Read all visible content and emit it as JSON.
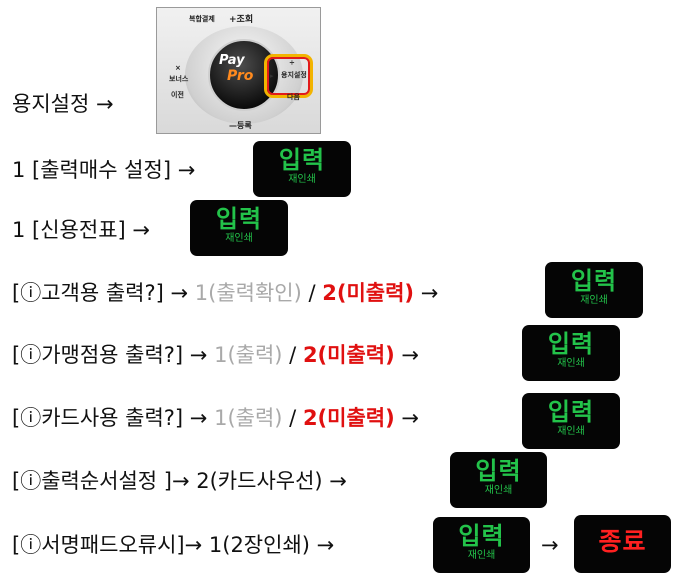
{
  "colors": {
    "key_bg": "#050505",
    "key_text": "#23c34a",
    "end_text": "#ff2020",
    "highlight_red": "#e01010",
    "muted": "#a9a9a9"
  },
  "arrow": "→",
  "device_image": {
    "label_top": "+조회",
    "label_top_left": "복합결제",
    "label_bottom": "—등록",
    "label_left_top": "×",
    "label_left": "보너스",
    "label_left_sub": "이전",
    "label_right_top": "÷",
    "label_right": "용지설정",
    "label_right_sub": "다음",
    "brand_pay": "Pay",
    "brand_pro": "Pro"
  },
  "key": {
    "label": "입력",
    "sub": "재인쇄"
  },
  "end_key": {
    "label": "종료"
  },
  "rows": [
    {
      "text": "용지설정 →"
    },
    {
      "text": "1 [출력매수 설정] →"
    },
    {
      "text": "1 [신용전표] →"
    },
    {
      "prefix": "[ⓘ고객용 출력?] →",
      "option1": "1(출력확인)",
      "sep": "/",
      "option2": "2(미출력)",
      "suffix": "→"
    },
    {
      "prefix": "[ⓘ가맹점용 출력?] →",
      "option1": "1(출력)",
      "sep": "/",
      "option2": "2(미출력)",
      "suffix": "→"
    },
    {
      "prefix": "[ⓘ카드사용 출력?] →",
      "option1": "1(출력)",
      "sep": "/",
      "option2": "2(미출력)",
      "suffix": "→"
    },
    {
      "text": "[ⓘ출력순서설정 ]→ 2(카드사우선) →"
    },
    {
      "text": "[ⓘ서명패드오류시]→ 1(2장인쇄) →",
      "after_key": "→"
    }
  ]
}
